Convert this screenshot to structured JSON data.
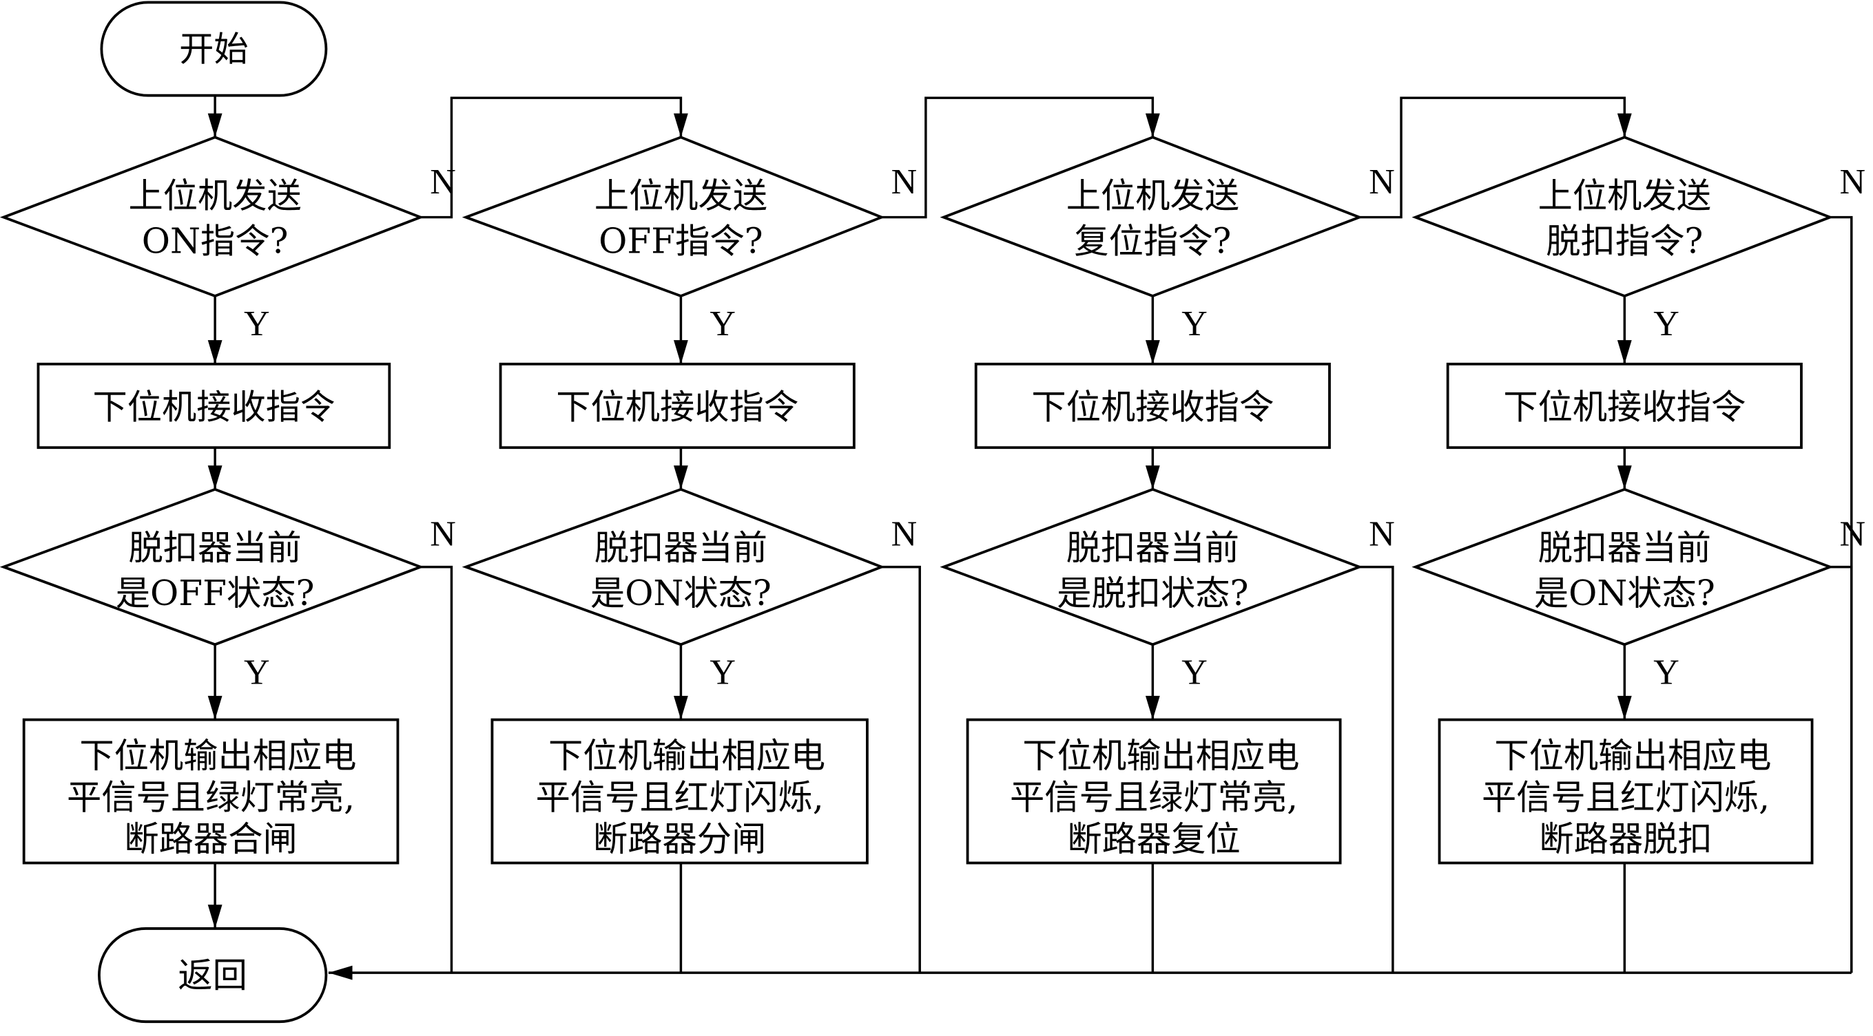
{
  "diagram": {
    "type": "flowchart",
    "start": {
      "label": "开始"
    },
    "end": {
      "label": "返回"
    },
    "branch_labels": {
      "yes": "Y",
      "no": "N"
    },
    "columns": [
      {
        "command_check": [
          "上位机发送",
          "ON指令?"
        ],
        "receive": "下位机接收指令",
        "state_check": [
          "脱扣器当前",
          "是OFF状态?"
        ],
        "action": [
          "下位机输出相应电",
          "平信号且绿灯常亮,",
          "断路器合闸"
        ]
      },
      {
        "command_check": [
          "上位机发送",
          "OFF指令?"
        ],
        "receive": "下位机接收指令",
        "state_check": [
          "脱扣器当前",
          "是ON状态?"
        ],
        "action": [
          "下位机输出相应电",
          "平信号且红灯闪烁,",
          "断路器分闸"
        ]
      },
      {
        "command_check": [
          "上位机发送",
          "复位指令?"
        ],
        "receive": "下位机接收指令",
        "state_check": [
          "脱扣器当前",
          "是脱扣状态?"
        ],
        "action": [
          "下位机输出相应电",
          "平信号且绿灯常亮,",
          "断路器复位"
        ]
      },
      {
        "command_check": [
          "上位机发送",
          "脱扣指令?"
        ],
        "receive": "下位机接收指令",
        "state_check": [
          "脱扣器当前",
          "是ON状态?"
        ],
        "action": [
          "下位机输出相应电",
          "平信号且红灯闪烁,",
          "断路器脱扣"
        ]
      }
    ]
  }
}
